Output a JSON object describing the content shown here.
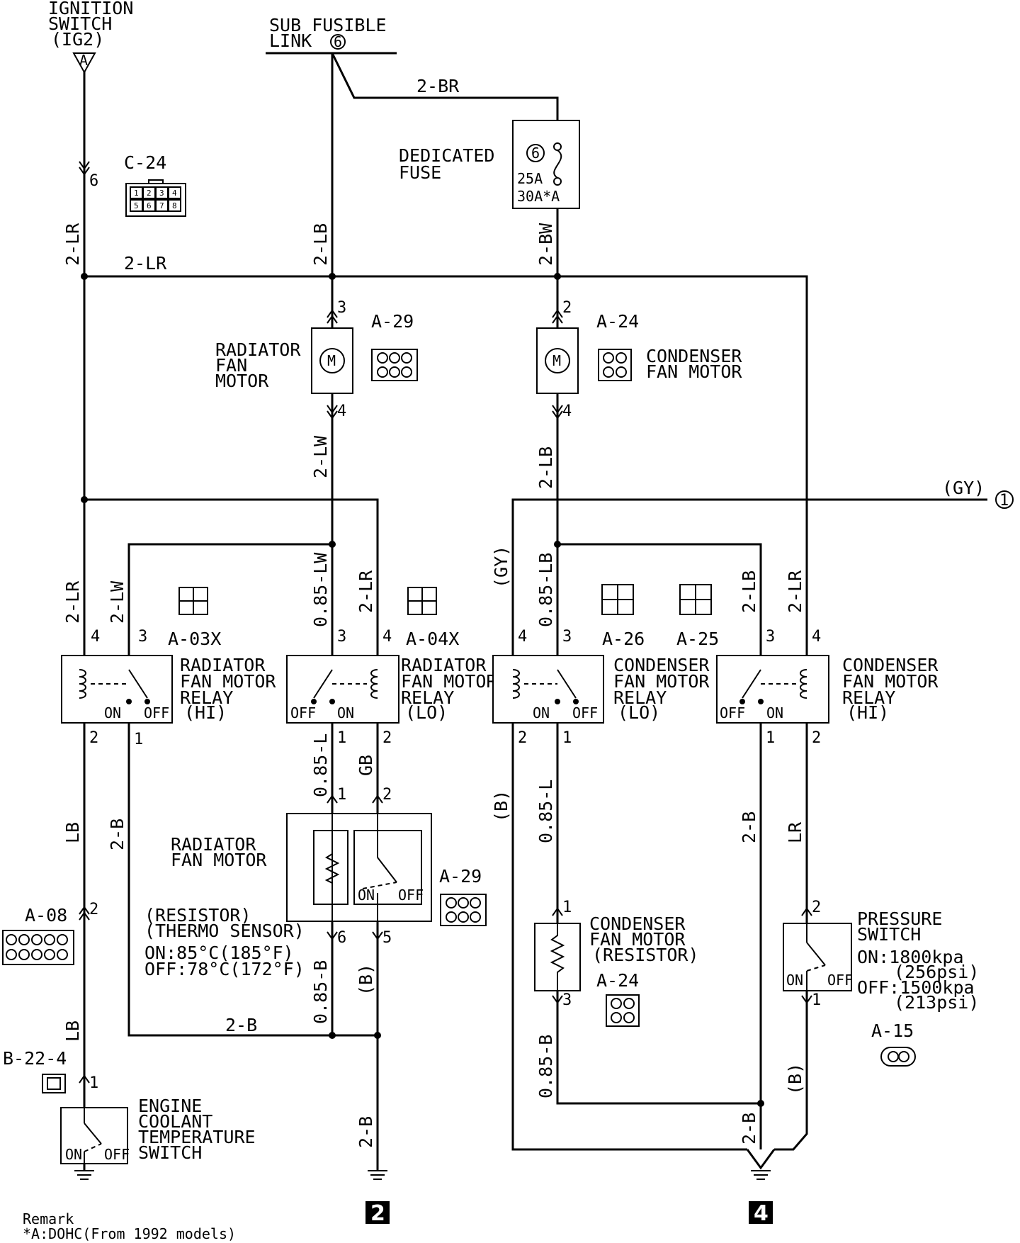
{
  "wiring": {
    "ignition": [
      "IGNITION",
      "SWITCH",
      "(IG2)"
    ],
    "ignition_pin": "A",
    "sub_fusible": [
      "SUB FUSIBLE",
      "LINK"
    ],
    "sub_fusible_no": "6",
    "dedicated_fuse": [
      "DEDICATED",
      "FUSE"
    ],
    "fuse_no": "6",
    "fuse_ratings": [
      "25A",
      "30A*A"
    ],
    "w_2br": "2-BR",
    "w_2lr_h": "2-LR",
    "w_2lr": "2-LR",
    "w_2lb": "2-LB",
    "w_2bw": "2-BW",
    "w_2lw": "2-LW",
    "w_gy_h": "(GY)",
    "w_gy": "(GY)",
    "w_085lw": "0.85-LW",
    "w_085lb": "0.85-LB",
    "w_085l": "0.85-L",
    "w_gb": "GB",
    "w_lb": "LB",
    "w_lr": "LR",
    "w_2b": "2-B",
    "w_b": "(B)",
    "w_085b": "0.85-B",
    "ground_2": "2",
    "ground_4": "4",
    "gy_ref": "1",
    "c24": {
      "id": "C-24",
      "pins": [
        "1",
        "2",
        "3",
        "4",
        "5",
        "6",
        "7",
        "8"
      ]
    },
    "a29": "A-29",
    "a24": "A-24",
    "a03x": "A-03X",
    "a04x": "A-04X",
    "a26": "A-26",
    "a25": "A-25",
    "a08": "A-08",
    "b224": "B-22-4",
    "a15": "A-15",
    "radiator_fan_motor": [
      "RADIATOR",
      "FAN",
      "MOTOR"
    ],
    "condenser_fan_motor": [
      "CONDENSER",
      "FAN MOTOR"
    ],
    "rad_relay_hi": [
      "RADIATOR",
      "FAN MOTOR",
      "RELAY",
      "(HI)"
    ],
    "rad_relay_lo": [
      "RADIATOR",
      "FAN MOTOR",
      "RELAY",
      "(LO)"
    ],
    "cond_relay_lo": [
      "CONDENSER",
      "FAN MOTOR",
      "RELAY",
      "(LO)"
    ],
    "cond_relay_hi": [
      "CONDENSER",
      "FAN MOTOR",
      "RELAY",
      "(HI)"
    ],
    "rad_fan_motor2": [
      "RADIATOR",
      "FAN MOTOR"
    ],
    "resistor_thermo": [
      "(RESISTOR)",
      "(THERMO SENSOR)"
    ],
    "thermo_spec": [
      "ON:85°C(185°F)",
      "OFF:78°C(172°F)"
    ],
    "cond_resistor": [
      "CONDENSER",
      "FAN MOTOR",
      "(RESISTOR)"
    ],
    "pressure_switch": [
      "PRESSURE",
      "SWITCH"
    ],
    "pressure_spec": [
      "ON:1800kpa",
      "(256psi)",
      "OFF:1500kpa",
      "(213psi)"
    ],
    "ect_switch": [
      "ENGINE",
      "COOLANT",
      "TEMPERATURE",
      "SWITCH"
    ],
    "on": "ON",
    "off": "OFF",
    "motor_symbol": "M",
    "remark": [
      "Remark",
      "*A:DOHC(From 1992 models)"
    ]
  }
}
